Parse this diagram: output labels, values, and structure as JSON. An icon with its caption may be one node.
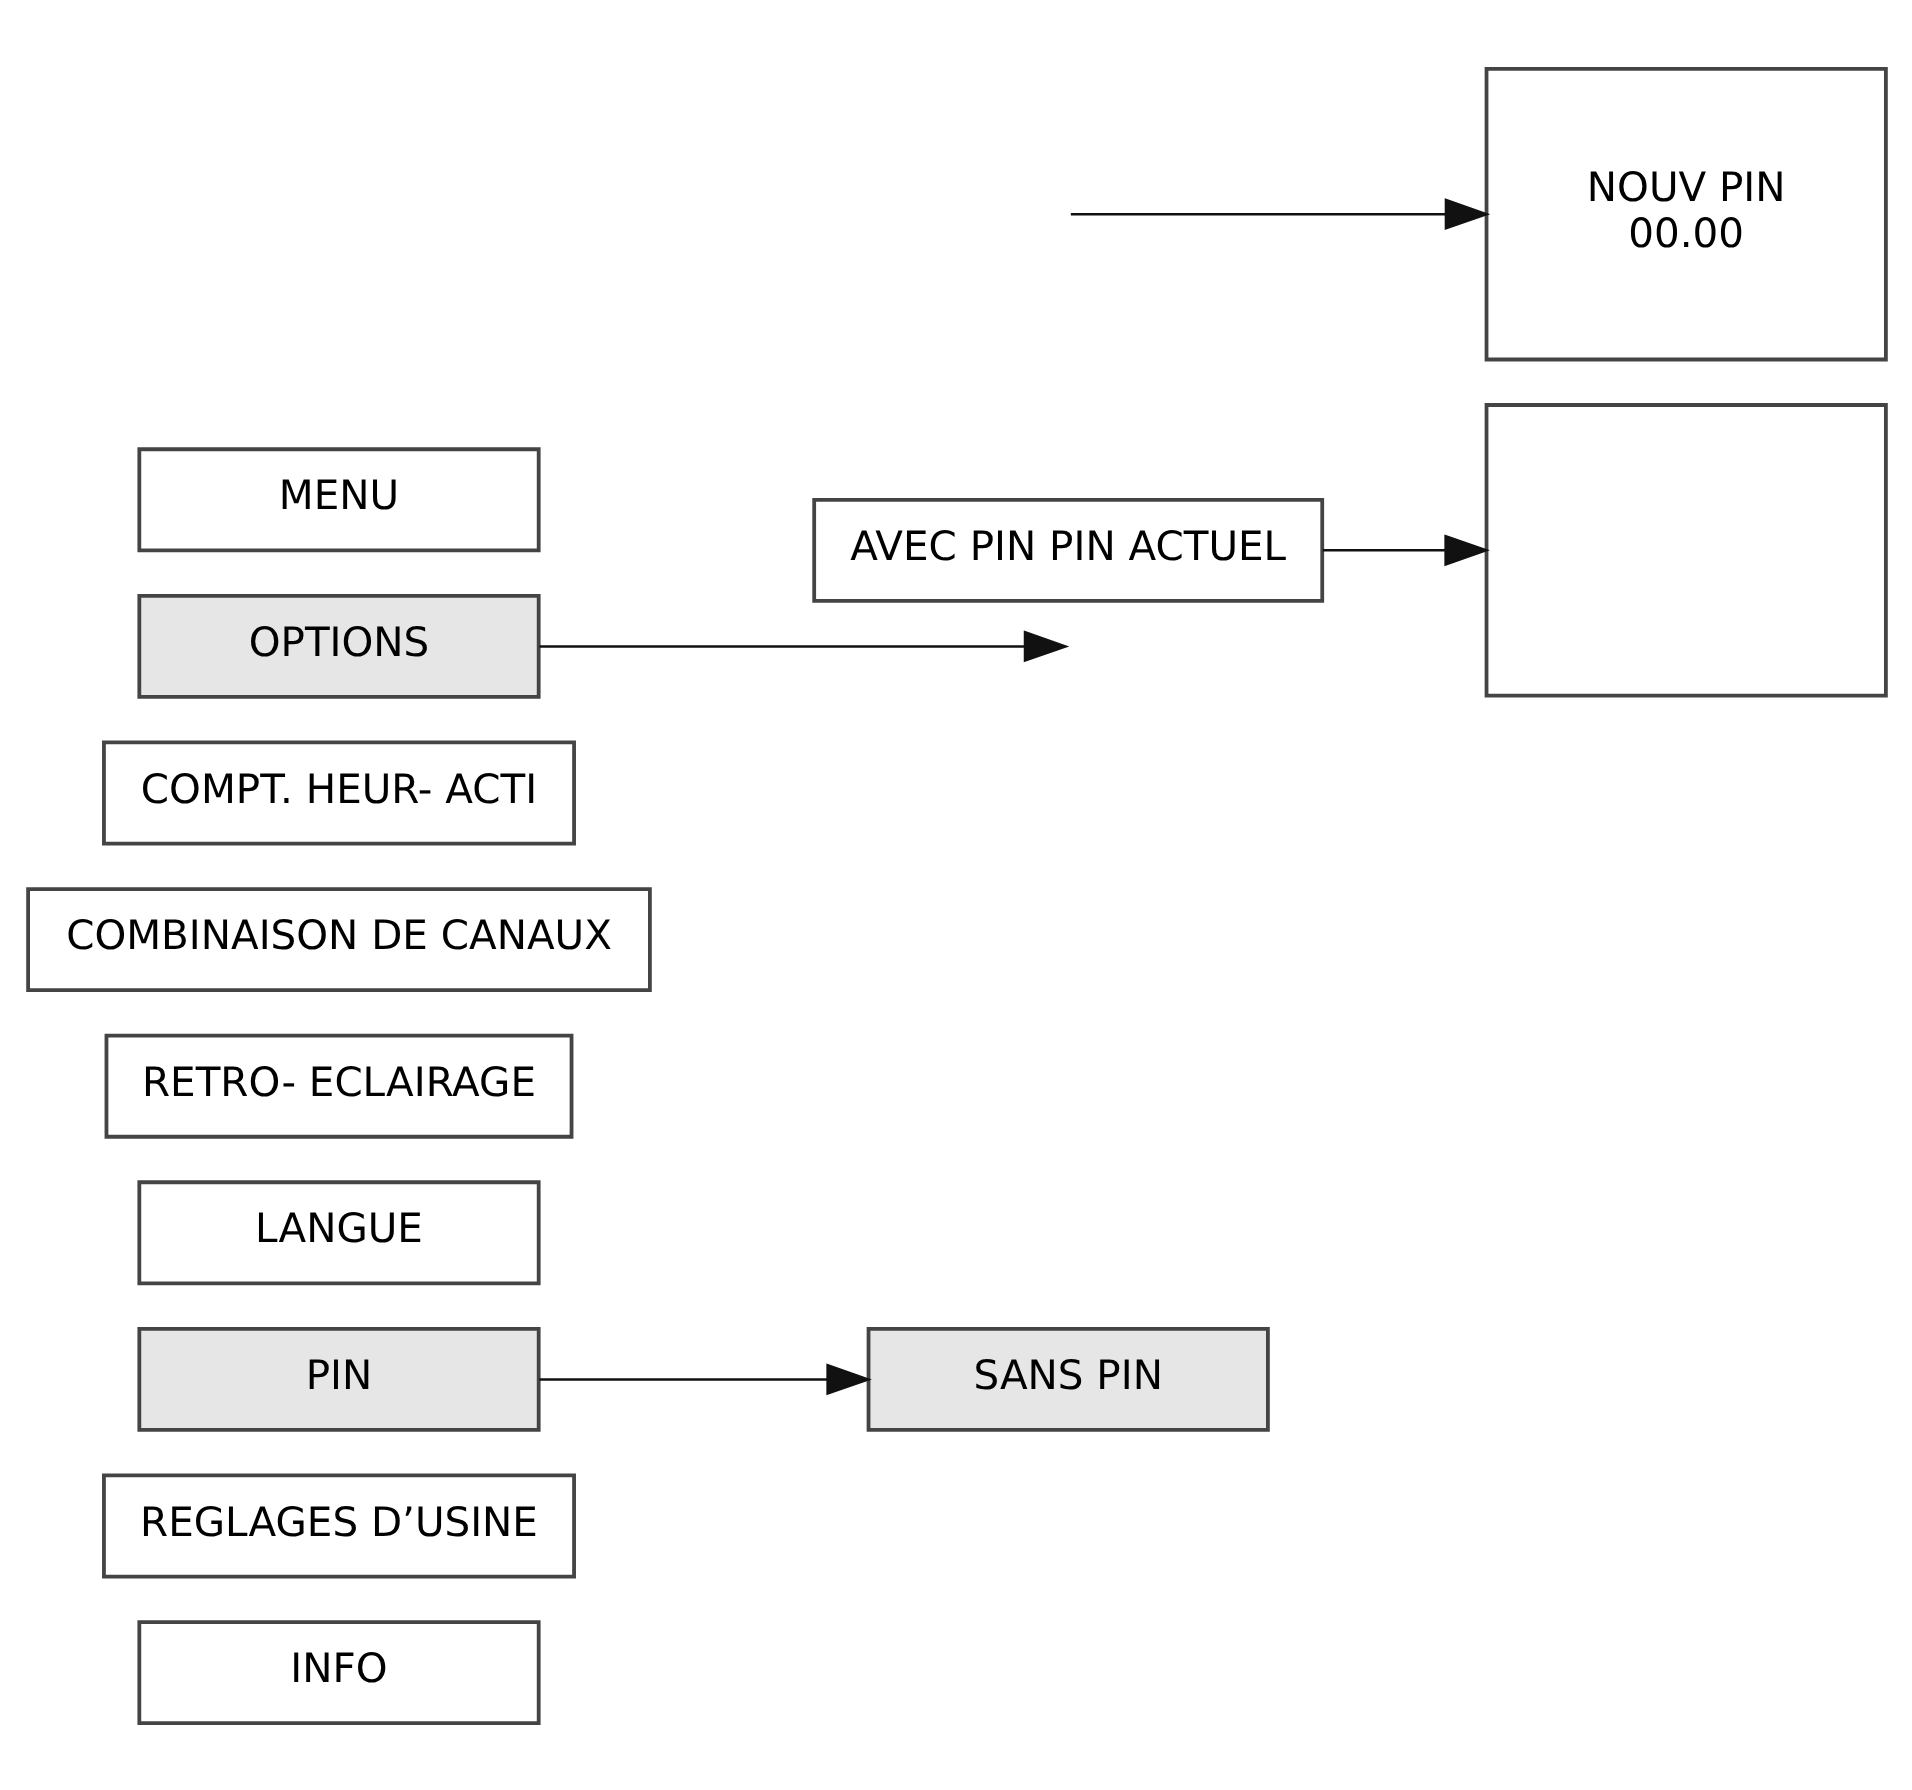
{
  "diagram": {
    "nodes": [
      {
        "text": [
          "MENU"
        ]
      },
      {
        "text": [
          "OPTIONS"
        ]
      },
      {
        "text": [
          "COMPT. HEUR- ACTI"
        ]
      },
      {
        "text": [
          "COMBINAISON DE CANAUX"
        ]
      },
      {
        "text": [
          "RETRO- ECLAIRAGE"
        ]
      },
      {
        "text": [
          "LANGUE"
        ]
      },
      {
        "text": [
          "PIN"
        ]
      },
      {
        "text": [
          "REGLAGES D’USINE"
        ]
      },
      {
        "text": [
          "INFO"
        ]
      },
      {
        "text": [
          "SANS PIN"
        ]
      },
      {
        "text": [
          "AVEC PIN PIN ACTUEL"
        ]
      },
      {
        "text": [],
        "shape": "box"
      },
      {
        "text": [
          "NOUV PIN",
          "00.00"
        ]
      }
    ],
    "edges": [
      {
        "from": 1,
        "to": null,
        "arrow": "to"
      },
      {
        "from": 6,
        "to": 9,
        "arrow": "to"
      },
      {
        "from": 10,
        "to": 11,
        "arrow": "to"
      },
      {
        "from": null,
        "to": 12,
        "arrow": "to"
      }
    ]
  }
}
